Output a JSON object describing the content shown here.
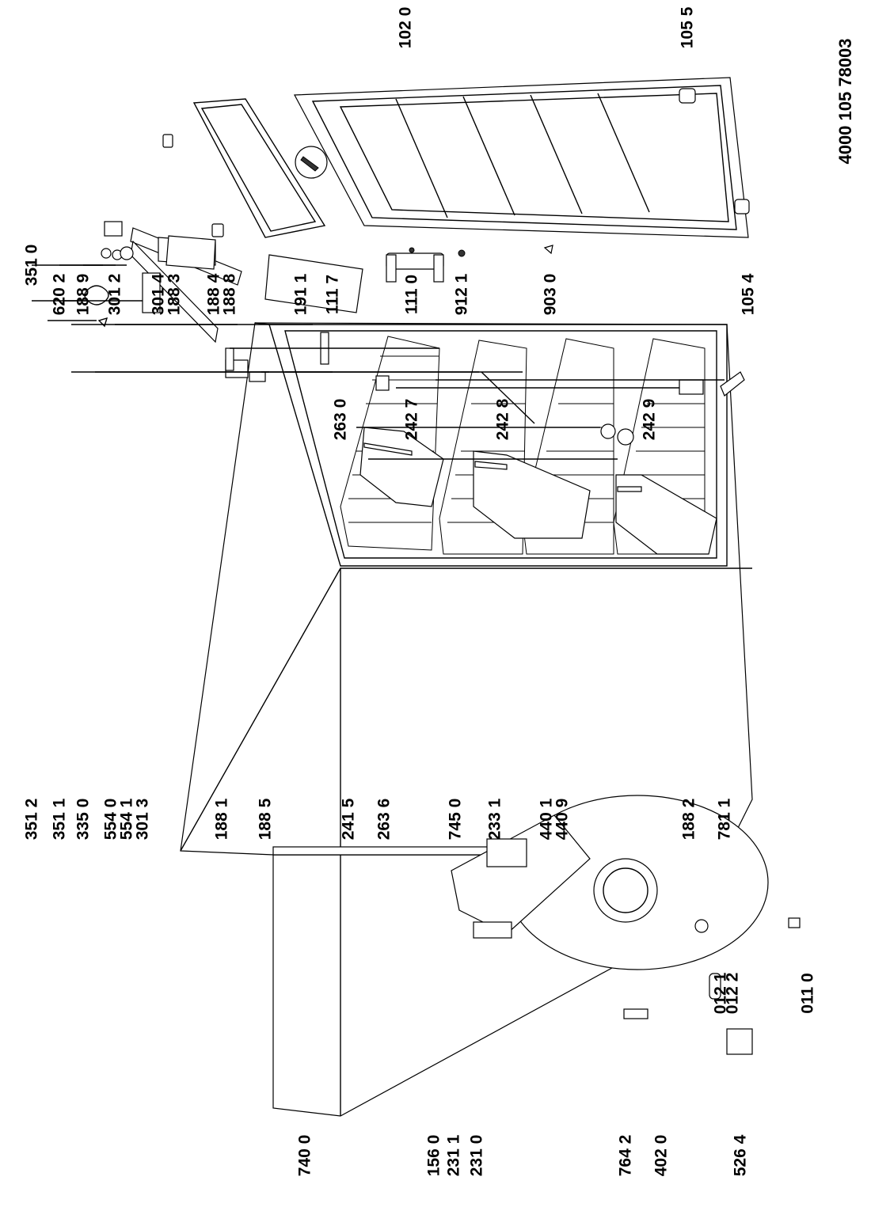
{
  "document": {
    "code": "4000 105 78003"
  },
  "labels": [
    "351 0",
    "620 2",
    "188 9",
    "301 2",
    "301 4",
    "188 3",
    "188 4",
    "188 8",
    "191 1",
    "111 7",
    "111 0",
    "912 1",
    "903 0",
    "105 4",
    "102 0",
    "105 5",
    "263 0",
    "242 7",
    "242 8",
    "242 9",
    "351 2",
    "351 1",
    "335 0",
    "554 0",
    "554 1",
    "301 3",
    "188 1",
    "188 5",
    "241 5",
    "263 6",
    "745 0",
    "233 1",
    "440 1",
    "440 9",
    "188 2",
    "781 1",
    "740 0",
    "156 0",
    "231 1",
    "231 0",
    "764 2",
    "402 0",
    "526 4",
    "012 1",
    "012 2",
    "011 0"
  ]
}
